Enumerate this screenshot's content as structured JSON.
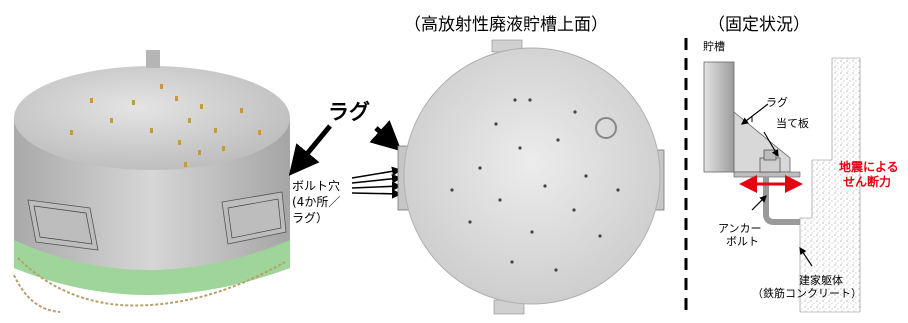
{
  "titles": {
    "top_view": "（高放射性廃液貯槽上面）",
    "fixing": "（固定状況）"
  },
  "labels": {
    "lug_big": "ラグ",
    "bolt_hole": [
      "ボルト穴",
      "(4か所／",
      "ラグ）"
    ],
    "tank": "貯槽",
    "lug_small": "ラグ",
    "backing_plate": "当て板",
    "seismic_force": [
      "地震による",
      "せん断力"
    ],
    "anchor_bolt": [
      "アンカー",
      "ボルト"
    ],
    "building": [
      "建家躯体",
      "（鉄筋コンクリート）"
    ]
  },
  "colors": {
    "tank_body": "#d4d4d4",
    "skirt_green": "#9fd49a",
    "force_arrow": "#e60012",
    "concrete_hatch": "#9a9a9a"
  }
}
